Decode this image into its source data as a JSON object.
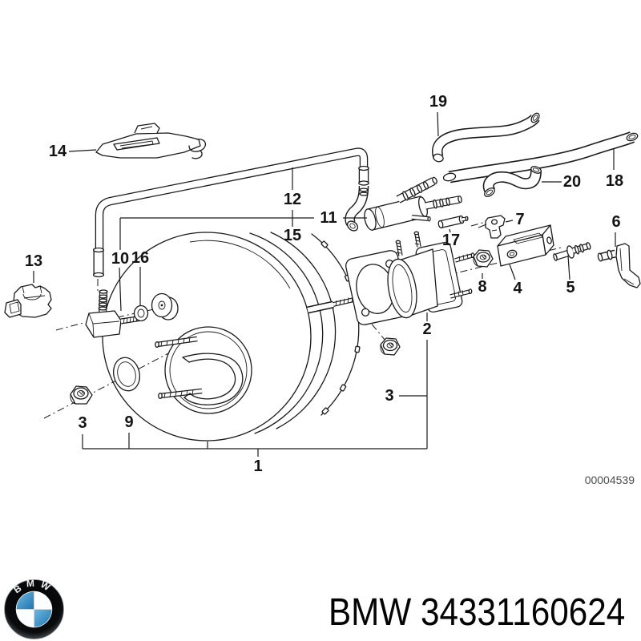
{
  "diagram": {
    "watermark": "00004539",
    "callouts": {
      "p1": "1",
      "p2": "2",
      "p3": "3",
      "p3b": "3",
      "p4": "4",
      "p5": "5",
      "p6": "6",
      "p7": "7",
      "p8": "8",
      "p9": "9",
      "p10": "10",
      "p11": "11",
      "p12": "12",
      "p13": "13",
      "p14": "14",
      "p15": "15",
      "p16": "16",
      "p17": "17",
      "p18": "18",
      "p19": "19",
      "p20": "20"
    }
  },
  "footer": {
    "logo_letters": "BMW",
    "title": "BMW 34331160624"
  },
  "colors": {
    "line": "#1a1a1a",
    "logo_blue_light": "#6eb9e2",
    "logo_blue_dark": "#1e74ad",
    "watermark_gray": "#4b4c4e"
  }
}
